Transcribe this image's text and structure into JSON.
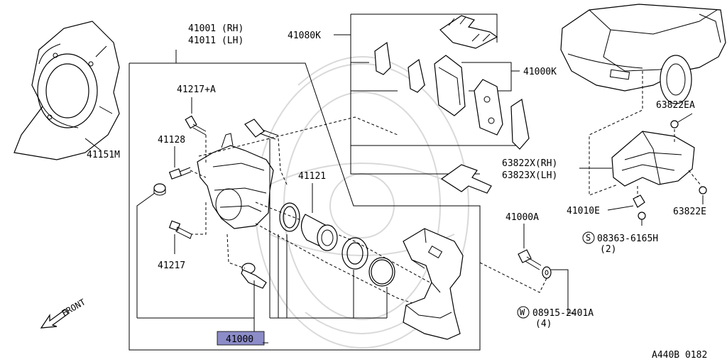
{
  "labels": {
    "p41001": "41001 (RH)",
    "p41011": "41011 (LH)",
    "p41080k": "41080K",
    "p41000k": "41000K",
    "p41217a": "41217+A",
    "p41128": "41128",
    "p41151m": "41151M",
    "p41121": "41121",
    "p41217": "41217",
    "p41000": "41000",
    "p41000a": "41000A",
    "p63822ea": "63822EA",
    "p63822x": "63822X(RH)",
    "p63823x": "63823X(LH)",
    "p41010e": "41010E",
    "p63822e": "63822E",
    "p08363": "08363-6165H",
    "p08363_qty": "(2)",
    "p08915": "08915-2401A",
    "p08915_qty": "(4)",
    "circle_s": "S",
    "circle_w": "W",
    "front": "FRONT",
    "ref": "A440B 0182"
  }
}
